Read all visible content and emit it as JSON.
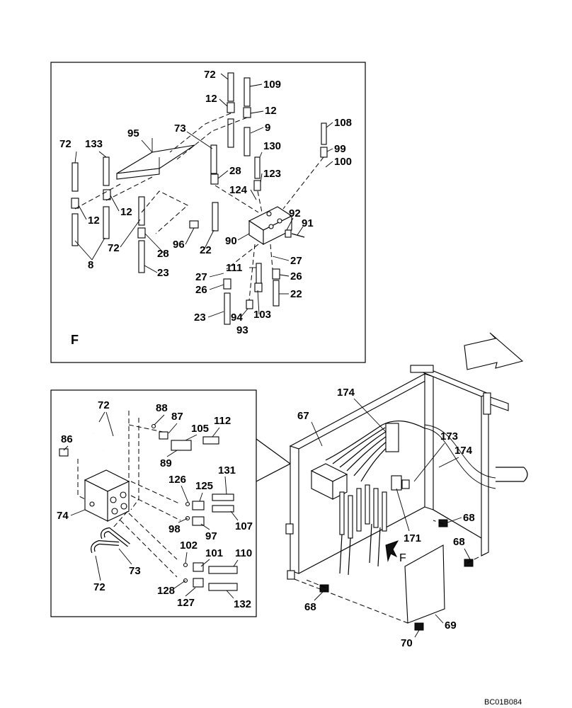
{
  "panel_top": {
    "view_label": "F",
    "callouts": [
      "72",
      "109",
      "12",
      "12",
      "73",
      "9",
      "108",
      "95",
      "99",
      "100",
      "72",
      "133",
      "130",
      "28",
      "123",
      "124",
      "12",
      "12",
      "92",
      "91",
      "90",
      "96",
      "22",
      "72",
      "28",
      "23",
      "8",
      "27",
      "111",
      "26",
      "27",
      "26",
      "22",
      "94",
      "103",
      "23",
      "93"
    ]
  },
  "panel_left": {
    "callouts": [
      "72",
      "88",
      "87",
      "112",
      "86",
      "105",
      "89",
      "126",
      "131",
      "125",
      "74",
      "107",
      "98",
      "97",
      "102",
      "101",
      "110",
      "73",
      "72",
      "128",
      "127",
      "132"
    ]
  },
  "assembly": {
    "callouts": [
      "174",
      "67",
      "173",
      "174",
      "68",
      "171",
      "68",
      "68",
      "69",
      "70"
    ],
    "view_arrow_label": "F"
  },
  "diagram_code": "BC01B084"
}
